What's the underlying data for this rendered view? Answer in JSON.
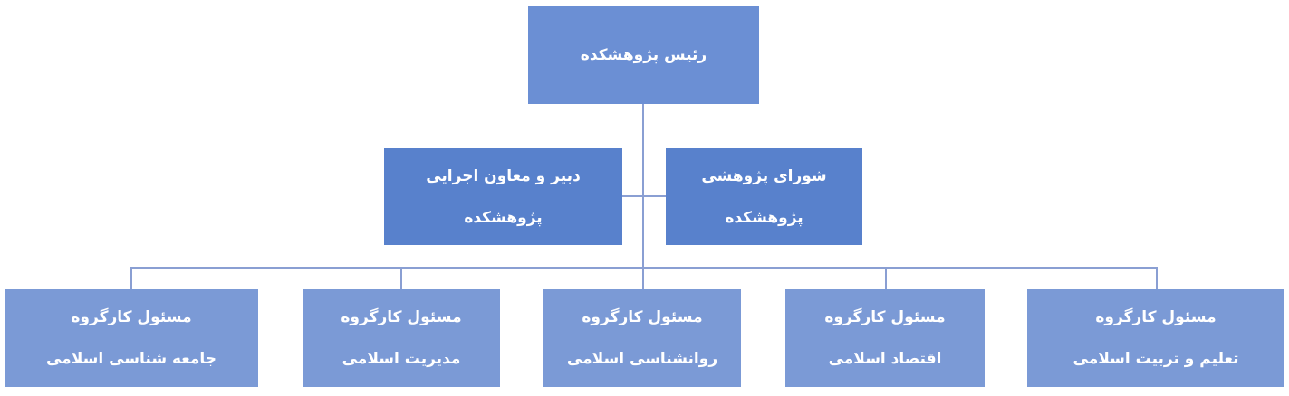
{
  "head": {
    "title": "رئیس پژوهشکده"
  },
  "advisory": [
    {
      "id": "council",
      "line1": "شورای پژوهشی",
      "line2": "پژوهشکده"
    },
    {
      "id": "secretary",
      "line1": "دبیر و معاون اجرایی",
      "line2": "پژوهشکده"
    }
  ],
  "groups": [
    {
      "line1": "مسئول کارگروه",
      "line2": "تعلیم و تربیت اسلامی"
    },
    {
      "line1": "مسئول کارگروه",
      "line2": "اقتصاد اسلامی"
    },
    {
      "line1": "مسئول کارگروه",
      "line2": "روانشناسی اسلامی"
    },
    {
      "line1": "مسئول کارگروه",
      "line2": "مدیریت اسلامی"
    },
    {
      "line1": "مسئول کارگروه",
      "line2": "جامعه شناسی اسلامی"
    }
  ],
  "colors": {
    "top_box": "#6b8fd4",
    "mid_box": "#5881cc",
    "bottom_box": "#7b9ad6",
    "connector": "#8a9fd3"
  }
}
